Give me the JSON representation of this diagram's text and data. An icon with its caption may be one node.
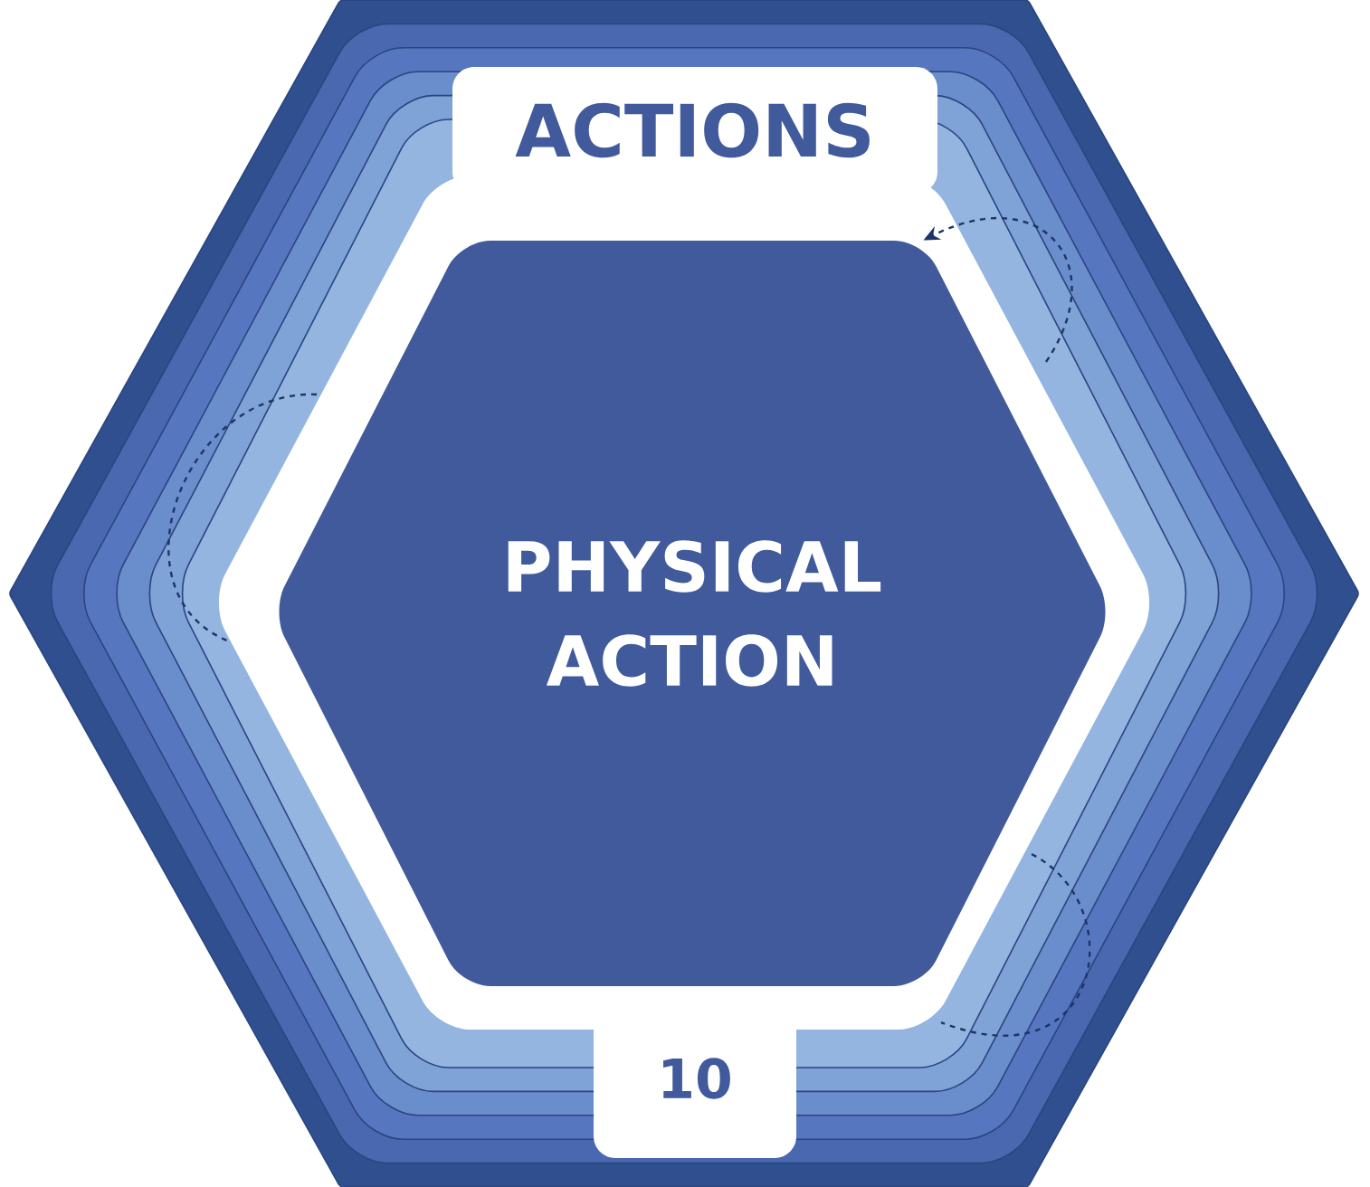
{
  "diagram": {
    "nodes": [
      {
        "text": [
          "ACTIONS"
        ]
      },
      {
        "text": [
          "PHYSICAL ACTION"
        ]
      },
      {
        "text": [
          "10"
        ]
      }
    ],
    "edges": [
      {
        "from": null,
        "to": 1,
        "arrow": "to",
        "style": "dashed"
      }
    ]
  }
}
